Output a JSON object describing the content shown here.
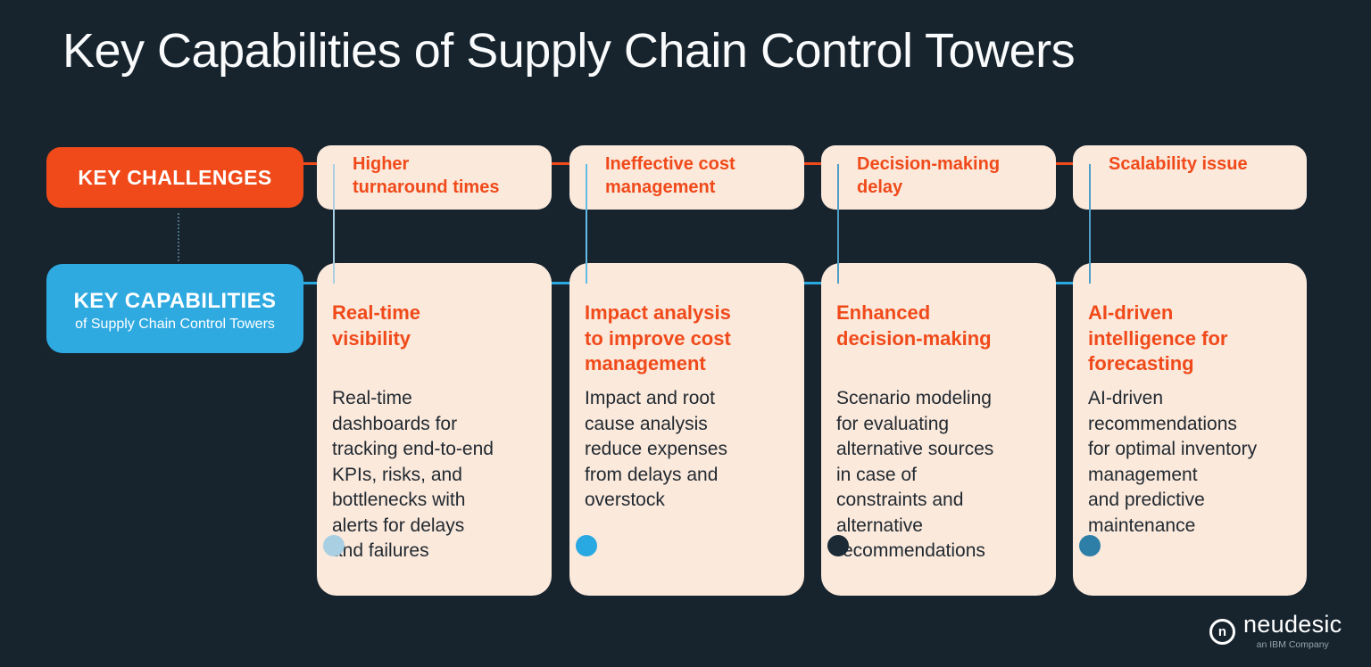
{
  "page": {
    "title": "Key Capabilities of Supply Chain Control Towers"
  },
  "colors": {
    "background": "#17242E",
    "orange": "#F04A1A",
    "blue": "#2FAAE1",
    "card": "#FBE9DC",
    "body_text": "#212930",
    "capability_connector": "#2AA9E0",
    "dotted_connector": "#4E7082",
    "tagline": "#95A4AE"
  },
  "challenges_badge": {
    "label": "KEY CHALLENGES"
  },
  "capabilities_badge": {
    "label": "KEY CAPABILITIES",
    "sublabel": "of Supply Chain Control Towers"
  },
  "columns": [
    {
      "challenge": "Higher\nturnaround times",
      "dot_color": "#A9CFE3",
      "line_color": "#A9CFE3",
      "capability_title": "Real-time\nvisibility",
      "capability_body": "Real-time\ndashboards for\ntracking end-to-end\nKPIs, risks, and\nbottlenecks with\nalerts for delays\nand failures"
    },
    {
      "challenge": "Ineffective cost\nmanagement",
      "dot_color": "#29A9E2",
      "line_color": "#63BCE8",
      "capability_title": "Impact analysis\nto improve cost\nmanagement",
      "capability_body": "Impact and root\ncause analysis\nreduce expenses\nfrom delays and\noverstock"
    },
    {
      "challenge": "Decision-making\ndelay",
      "dot_color": "#1B2A34",
      "line_color": "#4E9FC8",
      "capability_title": "Enhanced\ndecision-making",
      "capability_body": "Scenario modeling\nfor evaluating\nalternative sources\nin case of\nconstraints and\nalternative\nrecommendations"
    },
    {
      "challenge": "Scalability issue",
      "dot_color": "#2E7FA8",
      "line_color": "#4E9FC8",
      "capability_title": "AI-driven\nintelligence for\nforecasting",
      "capability_body": "AI-driven\nrecommendations\nfor optimal inventory\nmanagement\nand predictive\nmaintenance"
    }
  ],
  "logo": {
    "brand": "neudesic",
    "tagline": "an IBM Company",
    "mark_letter": "n"
  }
}
